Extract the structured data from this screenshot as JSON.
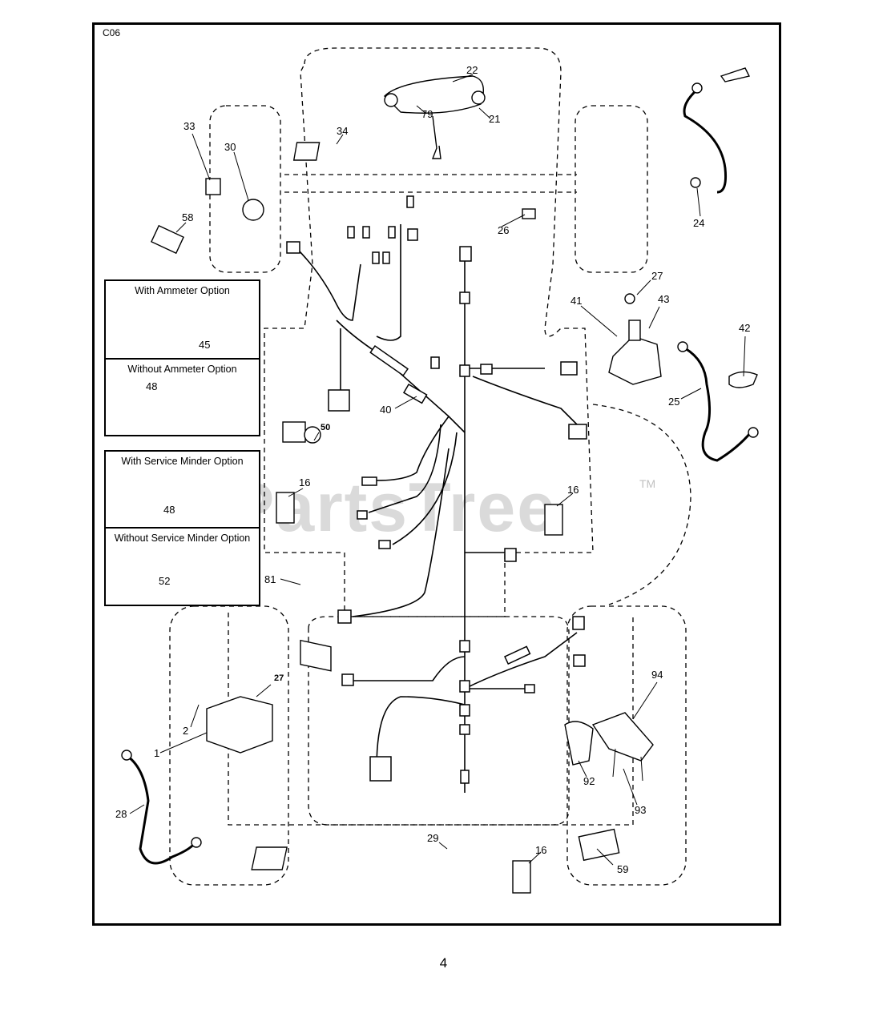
{
  "diagram_code": "C06",
  "page_number": "4",
  "watermark": {
    "text": "PartsTree",
    "trademark": "TM"
  },
  "option_groups": [
    {
      "options": [
        {
          "title": "With Ammeter Option",
          "part": "45"
        },
        {
          "title": "Without Ammeter Option",
          "part": "48"
        }
      ]
    },
    {
      "options": [
        {
          "title": "With Service Minder Option",
          "part": "48"
        },
        {
          "title": "Without Service Minder Option",
          "part": "52"
        }
      ]
    }
  ],
  "part_callouts": [
    "22",
    "79",
    "21",
    "34",
    "33",
    "30",
    "58",
    "24",
    "26",
    "27",
    "41",
    "43",
    "42",
    "25",
    "40",
    "50",
    "16",
    "16",
    "81",
    "27",
    "2",
    "1",
    "28",
    "29",
    "16",
    "59",
    "94",
    "92",
    "93"
  ],
  "colors": {
    "line": "#000000",
    "background": "#ffffff",
    "watermark": "#969696"
  }
}
